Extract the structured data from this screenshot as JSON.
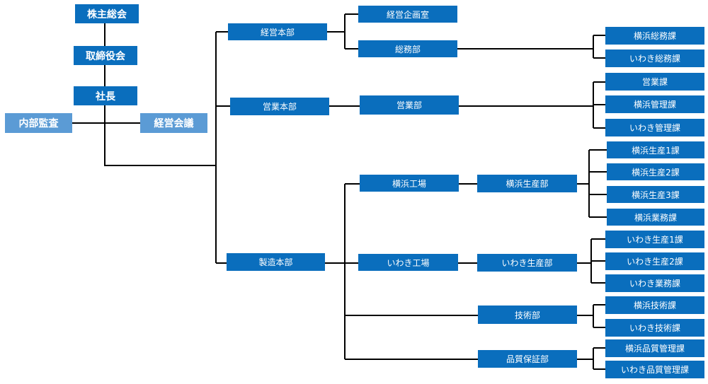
{
  "nodes": {
    "shareholders": "株主総会",
    "board": "取締役会",
    "president": "社長",
    "audit": "内部監査",
    "exec_meeting": "経営会議",
    "mgmt_hq": "経営本部",
    "planning": "経営企画室",
    "general_affairs": "総務部",
    "yokohama_general": "横浜総務課",
    "iwaki_general": "いわき総務課",
    "sales_hq": "営業本部",
    "sales_dept": "営業部",
    "sales_section": "営業課",
    "yokohama_mgmt": "横浜管理課",
    "iwaki_mgmt": "いわき管理課",
    "mfg_hq": "製造本部",
    "yokohama_factory": "横浜工場",
    "yokohama_prod_dept": "横浜生産部",
    "yokohama_prod1": "横浜生産1課",
    "yokohama_prod2": "横浜生産2課",
    "yokohama_prod3": "横浜生産3課",
    "yokohama_ops": "横浜業務課",
    "iwaki_factory": "いわき工場",
    "iwaki_prod_dept": "いわき生産部",
    "iwaki_prod1": "いわき生産1課",
    "iwaki_prod2": "いわき生産2課",
    "iwaki_ops": "いわき業務課",
    "tech_dept": "技術部",
    "yokohama_tech": "横浜技術課",
    "iwaki_tech": "いわき技術課",
    "qa_dept": "品質保証部",
    "yokohama_qm": "横浜品質管理課",
    "iwaki_qm": "いわき品質管理課"
  },
  "colors": {
    "box": "#0A6EBD",
    "box_light": "#5B9BD5",
    "line": "#000000",
    "text": "#FFFFFF"
  }
}
